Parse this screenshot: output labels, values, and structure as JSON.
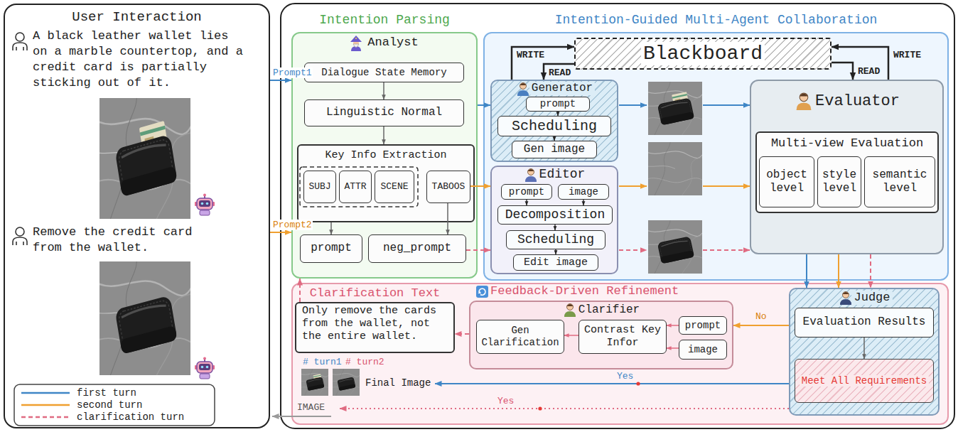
{
  "diagram": {
    "nodes": [
      {
        "text": [
          "User Interaction"
        ]
      },
      {
        "text": [
          "Intention Parsing",
          "Analyst"
        ]
      },
      {
        "text": [
          "Dialogue State Memory"
        ],
        "in": 1
      },
      {
        "text": [
          "Linguistic Normal"
        ],
        "in": 1
      },
      {
        "text": [
          "Key Info Extraction"
        ],
        "in": 1
      },
      {
        "text": [
          "SUBJ"
        ],
        "in": 4
      },
      {
        "text": [
          "ATTR"
        ],
        "in": 4
      },
      {
        "text": [
          "SCENE"
        ],
        "in": 4
      },
      {
        "text": [
          "TABOOS"
        ],
        "in": 4
      },
      {
        "text": [
          "prompt"
        ],
        "in": 1
      },
      {
        "text": [
          "neg_prompt"
        ],
        "in": 1
      },
      {
        "text": [
          "Intention-Guided Multi-Agent Collaboration"
        ]
      },
      {
        "text": [
          "Blackboard"
        ],
        "in": 11
      },
      {
        "text": [
          "Generator"
        ],
        "in": 11
      },
      {
        "text": [
          "prompt"
        ],
        "in": 13
      },
      {
        "text": [
          "Scheduling"
        ],
        "in": 13
      },
      {
        "text": [
          "Gen image"
        ],
        "in": 13
      },
      {
        "text": [
          "Editor"
        ],
        "in": 11
      },
      {
        "text": [
          "prompt"
        ],
        "in": 17
      },
      {
        "text": [
          "image"
        ],
        "in": 17
      },
      {
        "text": [
          "Decomposition"
        ],
        "in": 17
      },
      {
        "text": [
          "Scheduling"
        ],
        "in": 17
      },
      {
        "text": [
          "Edit image"
        ],
        "in": 17
      },
      {
        "text": [
          "Evaluator"
        ],
        "in": 11
      },
      {
        "text": [
          "Multi-view Evaluation"
        ],
        "in": 23
      },
      {
        "text": [
          "object level"
        ],
        "in": 24
      },
      {
        "text": [
          "style level"
        ],
        "in": 24
      },
      {
        "text": [
          "semantic level"
        ],
        "in": 24
      },
      {
        "text": [
          "Feedback-Driven Refinement"
        ]
      },
      {
        "text": [
          "Clarification Text",
          "Only remove the cards from the wallet, not the entire wallet."
        ],
        "in": 28
      },
      {
        "text": [
          "Clarifier"
        ],
        "in": 28
      },
      {
        "text": [
          "Gen Clarification"
        ],
        "in": 30
      },
      {
        "text": [
          "Contrast Key Infor"
        ],
        "in": 30
      },
      {
        "text": [
          "prompt"
        ],
        "in": 30
      },
      {
        "text": [
          "image"
        ],
        "in": 30
      },
      {
        "text": [
          "Judge"
        ],
        "in": 28
      },
      {
        "text": [
          "Evaluation Results"
        ],
        "in": 35
      },
      {
        "text": [
          "Meet All Requirements"
        ],
        "in": 35
      }
    ],
    "edges": [
      {
        "from": 0,
        "to": 1,
        "label": "Prompt1",
        "arrow": "to"
      },
      {
        "from": 0,
        "to": 1,
        "label": "Prompt2",
        "arrow": "to"
      },
      {
        "from": 2,
        "to": 3,
        "arrow": "to"
      },
      {
        "from": 3,
        "to": 4,
        "arrow": "to"
      },
      {
        "from": 4,
        "to": 9,
        "arrow": "to"
      },
      {
        "from": 8,
        "to": 10,
        "arrow": "to"
      },
      {
        "from": 1,
        "to": 13,
        "arrow": "to"
      },
      {
        "from": 8,
        "to": 17,
        "arrow": "to"
      },
      {
        "from": 10,
        "to": 17,
        "arrow": "to"
      },
      {
        "from": 13,
        "to": 12,
        "label": "WRITE",
        "arrow": "to"
      },
      {
        "from": 12,
        "to": 13,
        "label": "READ",
        "arrow": "to"
      },
      {
        "from": 23,
        "to": 12,
        "label": "WRITE",
        "arrow": "to"
      },
      {
        "from": 12,
        "to": 23,
        "label": "READ",
        "arrow": "to"
      },
      {
        "from": 14,
        "to": 15,
        "arrow": "to"
      },
      {
        "from": 15,
        "to": 16,
        "arrow": "to"
      },
      {
        "from": 18,
        "to": 20,
        "arrow": "to"
      },
      {
        "from": 19,
        "to": 20,
        "arrow": "to"
      },
      {
        "from": 20,
        "to": 21,
        "arrow": "to"
      },
      {
        "from": 21,
        "to": 22,
        "arrow": "to"
      },
      {
        "from": 23,
        "to": 35,
        "arrow": "to"
      },
      {
        "from": 23,
        "to": 35,
        "arrow": "to"
      },
      {
        "from": 23,
        "to": 35,
        "arrow": "to"
      },
      {
        "from": 35,
        "to": 30,
        "label": "No",
        "arrow": "to"
      },
      {
        "from": 33,
        "to": 32,
        "arrow": "to"
      },
      {
        "from": 34,
        "to": 32,
        "arrow": "to"
      },
      {
        "from": 32,
        "to": 31,
        "arrow": "to"
      },
      {
        "from": 30,
        "to": 29,
        "arrow": "to"
      },
      {
        "from": 29,
        "to": 1,
        "arrow": "to"
      },
      {
        "from": 36,
        "to": 37,
        "arrow": "to"
      }
    ],
    "labels": [
      "A black leather wallet lies on a marble countertop, and a credit card is partially sticking out of it.",
      "Remove the credit card from the wallet.",
      "# turn1",
      "# turn2",
      "Final Image",
      "Yes",
      "Yes",
      "IMAGE"
    ],
    "legend": [
      {
        "text": "first turn"
      },
      {
        "text": "second turn"
      },
      {
        "text": "clarification turn"
      }
    ]
  }
}
